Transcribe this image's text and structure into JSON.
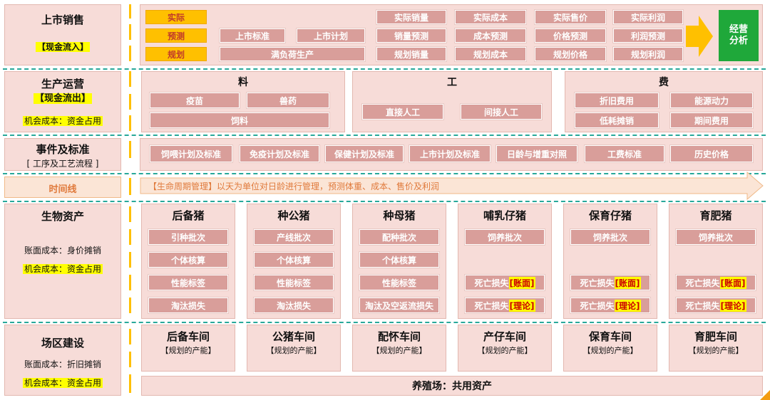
{
  "sidebar": {
    "sales": {
      "title": "上市销售",
      "tag": "【现金流入】"
    },
    "production": {
      "title": "生产运营",
      "tag": "【现金流出】",
      "note": "机会成本：资金占用"
    },
    "events": {
      "title": "事件及标准",
      "sub": "[ 工序及工艺流程 ]"
    },
    "timeline": {
      "label": "时间线"
    },
    "bio": {
      "title": "生物资产",
      "note1": "账面成本：身价摊销",
      "note2": "机会成本：资金占用"
    },
    "site": {
      "title": "场区建设",
      "note1": "账面成本：折旧摊销",
      "note2": "机会成本：资金占用"
    }
  },
  "sales": {
    "row_labels": [
      "实际",
      "预测",
      "规划"
    ],
    "listing_standard": "上市标准",
    "listing_plan": "上市计划",
    "full_load": "满负荷生产",
    "grid": [
      [
        "实际销量",
        "实际成本",
        "实际售价",
        "实际利润"
      ],
      [
        "销量预测",
        "成本预测",
        "价格预测",
        "利润预测"
      ],
      [
        "规划销量",
        "规划成本",
        "规划价格",
        "规划利润"
      ]
    ],
    "analysis": "经营\n分析"
  },
  "production": {
    "material": {
      "title": "料",
      "items": [
        "疫苗",
        "兽药",
        "饲料"
      ]
    },
    "labor": {
      "title": "工",
      "items": [
        "直接人工",
        "间接人工"
      ]
    },
    "expense": {
      "title": "费",
      "items": [
        "折旧费用",
        "能源动力",
        "低耗摊销",
        "期间费用"
      ]
    }
  },
  "events": {
    "items": [
      "饲喂计划及标准",
      "免疫计划及标准",
      "保健计划及标准",
      "上市计划及标准",
      "日龄与增重对照",
      "工费标准",
      "历史价格"
    ]
  },
  "timeline": {
    "text": "【生命周期管理】以天为单位对日龄进行管理，预测体重、成本、售价及利润"
  },
  "bio": {
    "groups": [
      {
        "title": "后备猪",
        "items": [
          "引种批次",
          "个体核算",
          "性能标签",
          "淘汰损失"
        ]
      },
      {
        "title": "种公猪",
        "items": [
          "产线批次",
          "个体核算",
          "性能标签",
          "淘汰损失"
        ]
      },
      {
        "title": "种母猪",
        "items": [
          "配种批次",
          "个体核算",
          "性能标签",
          "淘汰及空返流损失"
        ]
      },
      {
        "title": "哺乳仔猪",
        "items": [
          "饲养批次"
        ],
        "loss": "死亡损失",
        "tags": [
          "[账面]",
          "[理论]"
        ]
      },
      {
        "title": "保育仔猪",
        "items": [
          "饲养批次"
        ],
        "loss": "死亡损失",
        "tags": [
          "[账面]",
          "[理论]"
        ]
      },
      {
        "title": "育肥猪",
        "items": [
          "饲养批次"
        ],
        "loss": "死亡损失",
        "tags": [
          "[账面]",
          "[理论]"
        ]
      }
    ]
  },
  "site": {
    "workshops": [
      {
        "title": "后备车间",
        "sub": "【规划的产能】"
      },
      {
        "title": "公猪车间",
        "sub": "【规划的产能】"
      },
      {
        "title": "配怀车间",
        "sub": "【规划的产能】"
      },
      {
        "title": "产仔车间",
        "sub": "【规划的产能】"
      },
      {
        "title": "保育车间",
        "sub": "【规划的产能】"
      },
      {
        "title": "育肥车间",
        "sub": "【规划的产能】"
      }
    ],
    "farm": "养殖场：共用资产"
  }
}
